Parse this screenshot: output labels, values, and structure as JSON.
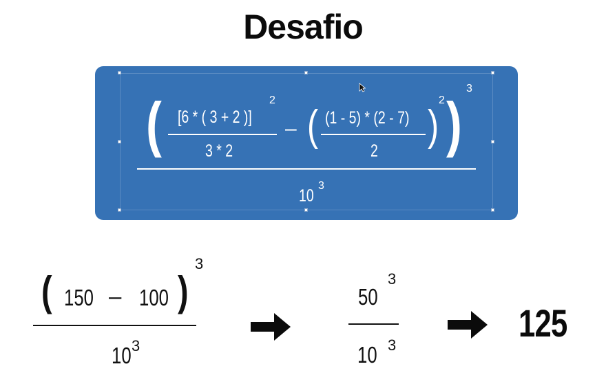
{
  "title": "Desafio",
  "box": {
    "num1_top": "[6 * ( 3 + 2 )]",
    "num1_bottom": "3 * 2",
    "num1_exp": "2",
    "minus": "–",
    "num2_top": "(1 - 5) * (2 - 7)",
    "num2_bottom": "2",
    "num2_exp": "2",
    "outer_exp": "3",
    "denominator_base": "10",
    "denominator_exp": "3"
  },
  "steps": {
    "step1_a": "150",
    "step1_minus": "–",
    "step1_b": "100",
    "step1_exp": "3",
    "step1_den_base": "10",
    "step1_den_exp": "3",
    "step2_num_base": "50",
    "step2_num_exp": "3",
    "step2_den_base": "10",
    "step2_den_exp": "3",
    "result": "125"
  },
  "colors": {
    "box": "#3672b5",
    "text": "#111111"
  },
  "icons": [
    "cursor-icon",
    "arrow-right-icon",
    "arrow-right-icon"
  ]
}
